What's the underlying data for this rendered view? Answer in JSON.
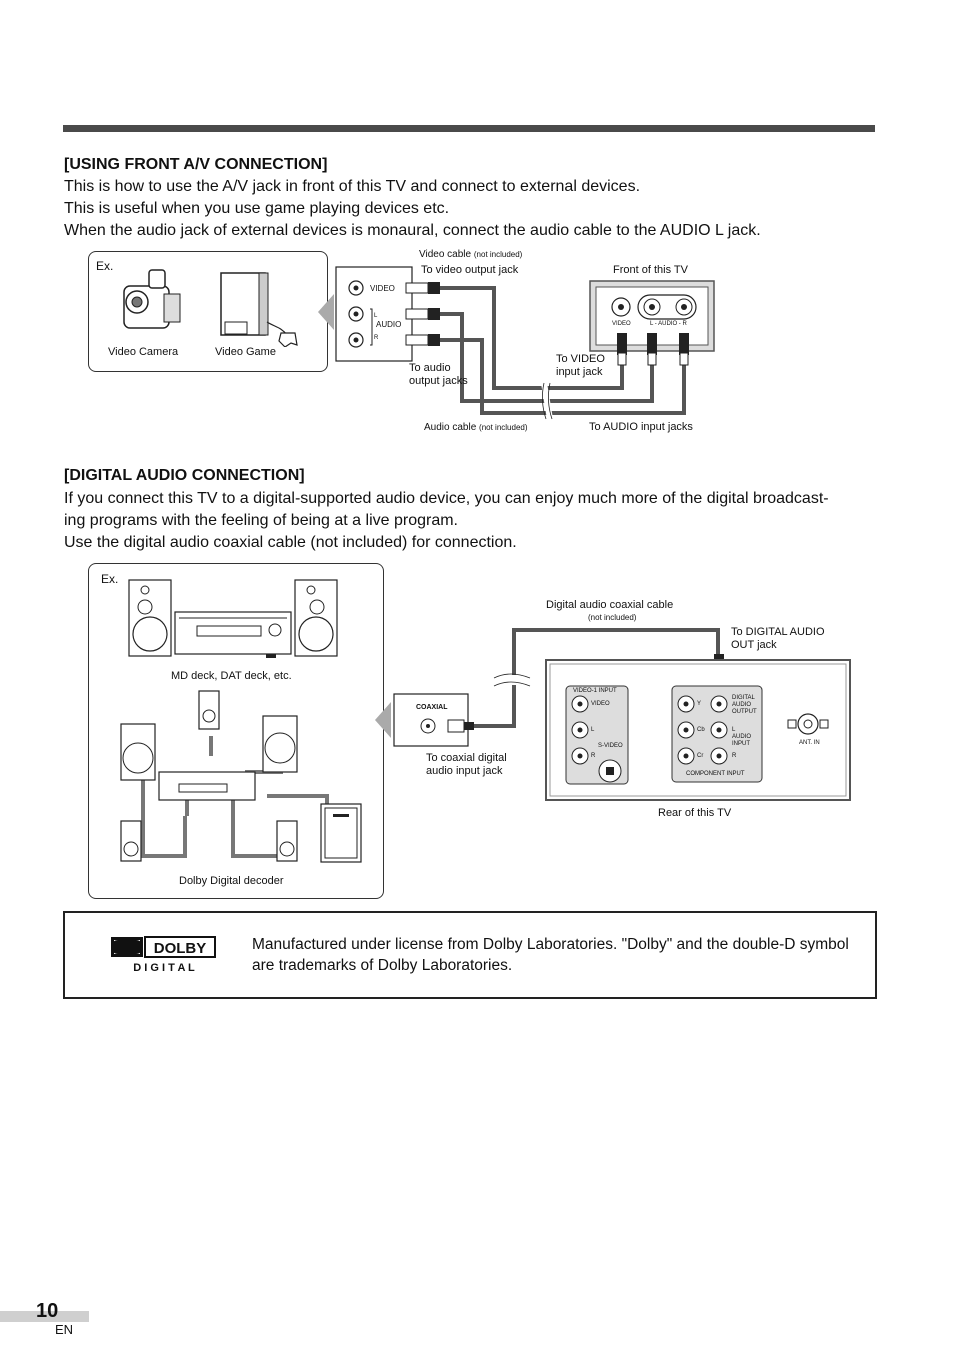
{
  "section1": {
    "heading": "[USING FRONT A/V CONNECTION]",
    "lines": [
      "This is how to use the A/V jack in front of this TV and connect to external devices.",
      "This is useful when you use game playing devices etc.",
      "When the audio jack of external devices is monaural, connect the audio cable to the  AUDIO L jack."
    ],
    "diagram": {
      "ex": "Ex.",
      "video_camera": "Video Camera",
      "video_game": "Video Game",
      "jack_video": "VIDEO",
      "jack_audio": "AUDIO",
      "jack_l": "L",
      "jack_r": "R",
      "video_cable": "Video cable",
      "not_included": "(not included)",
      "to_video_output": "To video output jack",
      "to_audio_output": "To audio output jacks",
      "front_of_tv": "Front of this TV",
      "tv_video": "VIDEO",
      "tv_audio": "L - AUDIO - R",
      "to_video_input": "To VIDEO input jack",
      "audio_cable": "Audio cable",
      "to_audio_inputs": "To AUDIO input jacks"
    }
  },
  "section2": {
    "heading": "[DIGITAL AUDIO CONNECTION]",
    "lines": [
      "If you connect this TV to a digital-supported audio device, you can enjoy much more of the digital broadcast-",
      "ing programs with the feeling of being at a live program.",
      "Use the digital audio coaxial cable (not included) for connection."
    ],
    "diagram": {
      "ex": "Ex.",
      "md_deck": "MD deck, DAT deck, etc.",
      "dolby_decoder": "Dolby Digital decoder",
      "coaxial": "COAXIAL",
      "to_coaxial_input": "To coaxial digital audio input jack",
      "coax_cable": "Digital audio coaxial cable",
      "not_included": "(not included)",
      "to_digital_out": "To DIGITAL AUDIO OUT jack",
      "video1_input": "VIDEO-1 INPUT",
      "video": "VIDEO",
      "l": "L",
      "r": "R",
      "svideo": "S-VIDEO",
      "y": "Y",
      "cb": "Cb",
      "cr": "Cr",
      "component_input": "COMPONENT  INPUT",
      "digital_audio_output": "DIGITAL AUDIO OUTPUT",
      "audio_input": "AUDIO INPUT",
      "ant_in": "ANT. IN",
      "rear_of_tv": "Rear of this TV"
    }
  },
  "notice": {
    "logo_word": "DOLBY",
    "logo_sub": "D I G I T A L",
    "text": "Manufactured under license from Dolby Laboratories. \"Dolby\" and the double-D symbol are trademarks of Dolby Laboratories."
  },
  "footer": {
    "page_number": "10",
    "lang": "EN"
  }
}
